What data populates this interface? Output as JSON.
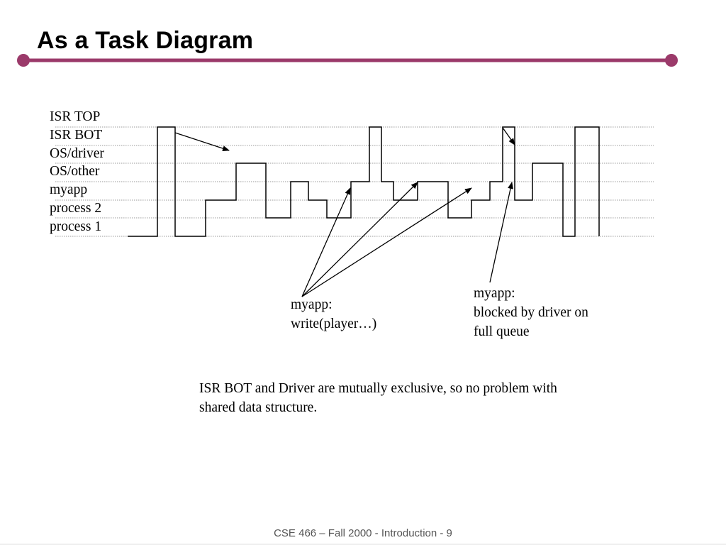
{
  "slide": {
    "title": "As a Task Diagram",
    "accent_color": "#9b3a6a",
    "footer": "CSE 466 – Fall 2000 - Introduction - 9"
  },
  "lanes": [
    "ISR TOP",
    "ISR BOT",
    "OS/driver",
    "OS/other",
    "myapp",
    "process 2",
    "process 1"
  ],
  "timeline_steps": [
    {
      "t": 0,
      "lane": "process 1"
    },
    {
      "t": 1,
      "lane": "ISR TOP"
    },
    {
      "t": 2,
      "lane": "process 1"
    },
    {
      "t": 3,
      "lane": "myapp"
    },
    {
      "t": 4,
      "lane": "OS/driver"
    },
    {
      "t": 5,
      "lane": "process 2"
    },
    {
      "t": 6,
      "lane": "OS/other"
    },
    {
      "t": 7,
      "lane": "myapp"
    },
    {
      "t": 8,
      "lane": "process 2"
    },
    {
      "t": 9,
      "lane": "OS/other"
    },
    {
      "t": 10,
      "lane": "ISR TOP"
    },
    {
      "t": 11,
      "lane": "OS/other"
    },
    {
      "t": 12,
      "lane": "myapp"
    },
    {
      "t": 13,
      "lane": "OS/other"
    },
    {
      "t": 14,
      "lane": "process 2"
    },
    {
      "t": 15,
      "lane": "myapp"
    },
    {
      "t": 16,
      "lane": "OS/other"
    },
    {
      "t": 17,
      "lane": "ISR TOP"
    },
    {
      "t": 18,
      "lane": "myapp"
    },
    {
      "t": 19,
      "lane": "OS/driver"
    },
    {
      "t": 20,
      "lane": "process 1"
    },
    {
      "t": 21,
      "lane": "ISR TOP"
    },
    {
      "t": 22,
      "lane": "process 1"
    }
  ],
  "annotations": {
    "write_caption": [
      "myapp:",
      "write(player…)"
    ],
    "blocked_caption": [
      "myapp:",
      "blocked by driver on",
      "full queue"
    ],
    "note": [
      "ISR BOT and Driver are mutually exclusive, so no problem with",
      "shared data structure."
    ]
  }
}
